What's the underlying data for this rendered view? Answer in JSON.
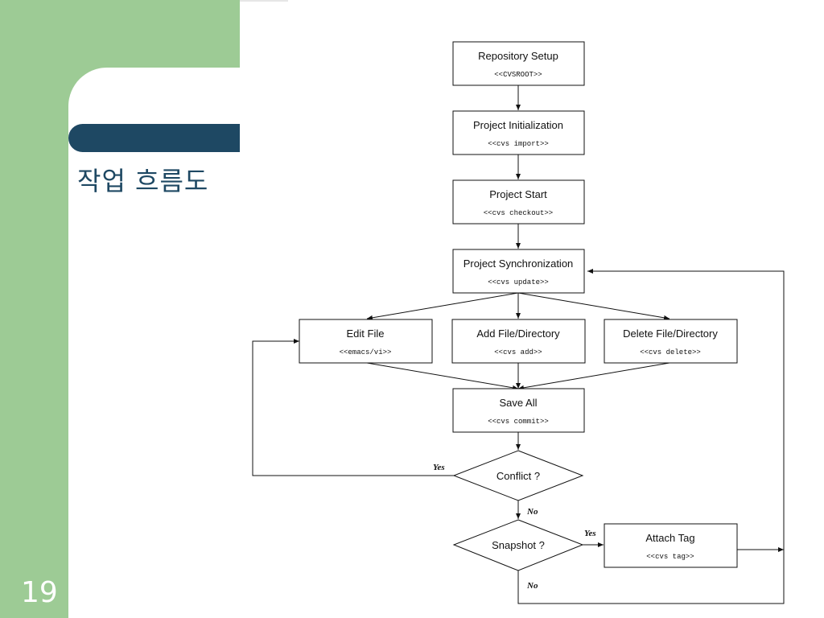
{
  "slide": {
    "title": "작업 흐름도",
    "page_number": "19"
  },
  "flowchart": {
    "repo_setup": {
      "label": "Repository Setup",
      "cmd": "<<CVSROOT>>"
    },
    "project_init": {
      "label": "Project Initialization",
      "cmd": "<<cvs import>>"
    },
    "project_start": {
      "label": "Project Start",
      "cmd": "<<cvs checkout>>"
    },
    "project_sync": {
      "label": "Project Synchronization",
      "cmd": "<<cvs update>>"
    },
    "edit_file": {
      "label": "Edit File",
      "cmd": "<<emacs/vi>>"
    },
    "add_file": {
      "label": "Add File/Directory",
      "cmd": "<<cvs add>>"
    },
    "delete_file": {
      "label": "Delete File/Directory",
      "cmd": "<<cvs delete>>"
    },
    "save_all": {
      "label": "Save All",
      "cmd": "<<cvs commit>>"
    },
    "conflict": {
      "label": "Conflict ?",
      "yes": "Yes",
      "no": "No"
    },
    "snapshot": {
      "label": "Snapshot ?",
      "yes": "Yes",
      "no": "No"
    },
    "attach_tag": {
      "label": "Attach Tag",
      "cmd": "<<cvs tag>>"
    }
  }
}
